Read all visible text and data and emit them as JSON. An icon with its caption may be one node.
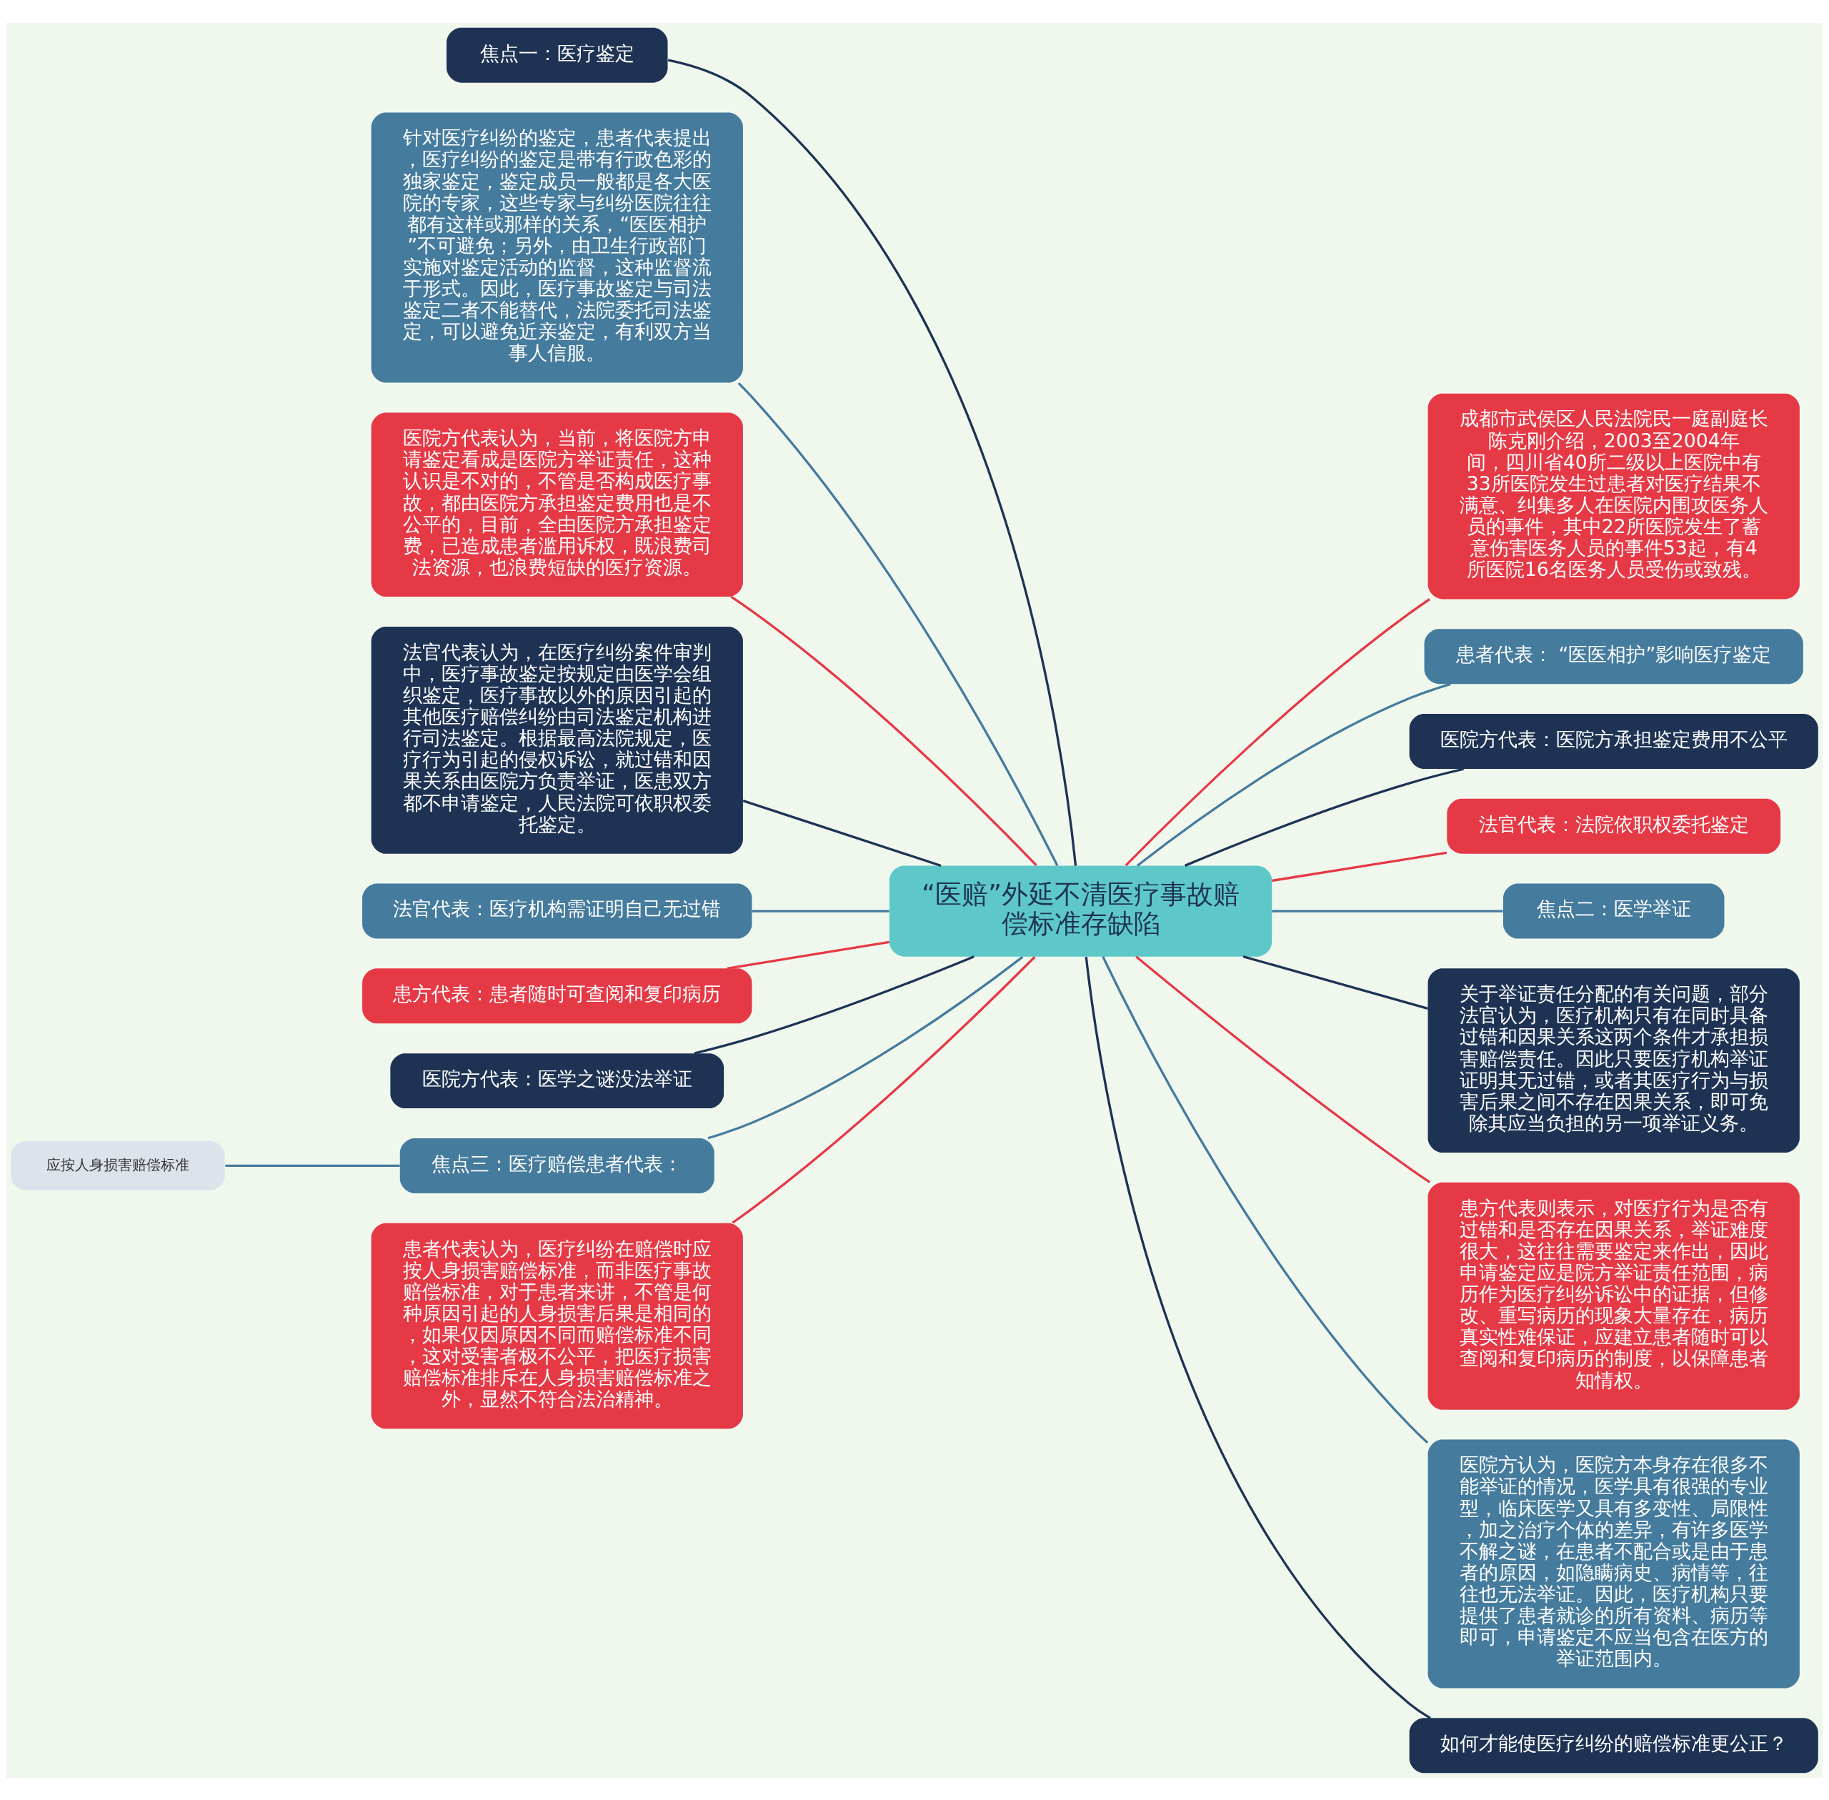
{
  "diagram": {
    "nodes": [
      {
        "text": [
          "“医赔”外延不清医疗事故赔偿标准存缺陷"
        ]
      },
      {
        "text": [
          "焦点一：医疗鉴定"
        ]
      },
      {
        "text": [
          "针对医疗纠纷的鉴定，患者代表提出，医疗纠纷的鉴定是带有行政色彩的独家鉴定，鉴定成员一般都是各大医院的专家，这些专家与纠纷医院往往都有这样或那样的关系，“医医相护”不可避免；另外，由卫生行政部门实施对鉴定活动的监督，这种监督流于形式。因此，医疗事故鉴定与司法鉴定二者不能替代，法院委托司法鉴定，可以避免近亲鉴定，有利双方当事人信服。"
        ]
      },
      {
        "text": [
          "医院方代表认为，当前，将医院方申请鉴定看成是医院方举证责任，这种认识是不对的，不管是否构成医疗事故，都由医院方承担鉴定费用也是不公平的，目前，全由医院方承担鉴定费，已造成患者滥用诉权，既浪费司法资源，也浪费短缺的医疗资源。"
        ]
      },
      {
        "text": [
          "法官代表认为，在医疗纠纷案件审判中，医疗事故鉴定按规定由医学会组织鉴定，医疗事故以外的原因引起的其他医疗赔偿纠纷由司法鉴定机构进行司法鉴定。根据最高法院规定，医疗行为引起的侵权诉讼，就过错和因果关系由医院方负责举证，医患双方都不申请鉴定，人民法院可依职权委托鉴定。"
        ]
      },
      {
        "text": [
          "法官代表：医疗机构需证明自己无过错"
        ]
      },
      {
        "text": [
          "患方代表：患者随时可查阅和复印病历"
        ]
      },
      {
        "text": [
          "医院方代表：医学之谜没法举证"
        ]
      },
      {
        "text": [
          "焦点三：医疗赔偿患者代表："
        ]
      },
      {
        "text": [
          "应按人身损害赔偿标准"
        ]
      },
      {
        "text": [
          "患者代表认为，医疗纠纷在赔偿时应按人身损害赔偿标准，而非医疗事故赔偿标准，对于患者来讲，不管是何种原因引起的人身损害后果是相同的，如果仅因原因不同而赔偿标准不同，这对受害者极不公平，把医疗损害赔偿标准排斥在人身损害赔偿标准之外，显然不符合法治精神。"
        ]
      },
      {
        "text": [
          "成都市武侯区人民法院民一庭副庭长陈克刚介绍，2003至2004年间，四川省40所二级以上医院中有33所医院发生过患者对医疗结果不满意、纠集多人在医院内围攻医务人员的事件，其中22所医院发生了蓄意伤害医务人员的事件53起，有4所医院16名医务人员受伤或致残。"
        ]
      },
      {
        "text": [
          "患者代表： “医医相护”影响医疗鉴定"
        ]
      },
      {
        "text": [
          "医院方代表：医院方承担鉴定费用不公平"
        ]
      },
      {
        "text": [
          "法官代表：法院依职权委托鉴定"
        ]
      },
      {
        "text": [
          "焦点二：医学举证"
        ]
      },
      {
        "text": [
          "关于举证责任分配的有关问题，部分法官认为，医疗机构只有在同时具备过错和因果关系这两个条件才承担损害赔偿责任。因此只要医疗机构举证证明其无过错，或者其医疗行为与损害后果之间不存在因果关系，即可免除其应当负担的另一项举证义务。"
        ]
      },
      {
        "text": [
          "患方代表则表示，对医疗行为是否有过错和是否存在因果关系，举证难度很大，这往往需要鉴定来作出，因此申请鉴定应是院方举证责任范围，病历作为医疗纠纷诉讼中的证据，但修改、重写病历的现象大量存在，病历真实性难保证，应建立患者随时可以查阅和复印病历的制度，以保障患者知情权。"
        ]
      },
      {
        "text": [
          "医院方认为，医院方本身存在很多不能举证的情况，医学具有很强的专业型，临床医学又具有多变性、局限性，加之治疗个体的差异，有许多医学不解之谜，在患者不配合或是由于患者的原因，如隐瞒病史、病情等，往往也无法举证。因此，医疗机构只要提供了患者就诊的所有资料、病历等即可，申请鉴定不应当包含在医方的举证范围内。"
        ]
      },
      {
        "text": [
          "如何才能使医疗纠纷的赔偿标准更公正？"
        ]
      }
    ],
    "edges": [
      {
        "from": 0,
        "to": 1,
        "arrow": "none",
        "color": "#1e3354"
      },
      {
        "from": 0,
        "to": 2,
        "arrow": "none",
        "color": "#457b9d"
      },
      {
        "from": 0,
        "to": 3,
        "arrow": "none",
        "color": "#e63946"
      },
      {
        "from": 0,
        "to": 4,
        "arrow": "none",
        "color": "#1e3354"
      },
      {
        "from": 0,
        "to": 5,
        "arrow": "none",
        "color": "#457b9d"
      },
      {
        "from": 0,
        "to": 6,
        "arrow": "none",
        "color": "#e63946"
      },
      {
        "from": 0,
        "to": 7,
        "arrow": "none",
        "color": "#1e3354"
      },
      {
        "from": 0,
        "to": 8,
        "arrow": "none",
        "color": "#457b9d"
      },
      {
        "from": 8,
        "to": 9,
        "arrow": "none",
        "color": "#457b9d"
      },
      {
        "from": 0,
        "to": 10,
        "arrow": "none",
        "color": "#e63946"
      },
      {
        "from": 0,
        "to": 11,
        "arrow": "none",
        "color": "#e63946"
      },
      {
        "from": 0,
        "to": 12,
        "arrow": "none",
        "color": "#457b9d"
      },
      {
        "from": 0,
        "to": 13,
        "arrow": "none",
        "color": "#1e3354"
      },
      {
        "from": 0,
        "to": 14,
        "arrow": "none",
        "color": "#e63946"
      },
      {
        "from": 0,
        "to": 15,
        "arrow": "none",
        "color": "#457b9d"
      },
      {
        "from": 0,
        "to": 16,
        "arrow": "none",
        "color": "#1e3354"
      },
      {
        "from": 0,
        "to": 17,
        "arrow": "none",
        "color": "#e63946"
      },
      {
        "from": 0,
        "to": 18,
        "arrow": "none",
        "color": "#457b9d"
      },
      {
        "from": 0,
        "to": 19,
        "arrow": "none",
        "color": "#1e3354"
      }
    ]
  }
}
